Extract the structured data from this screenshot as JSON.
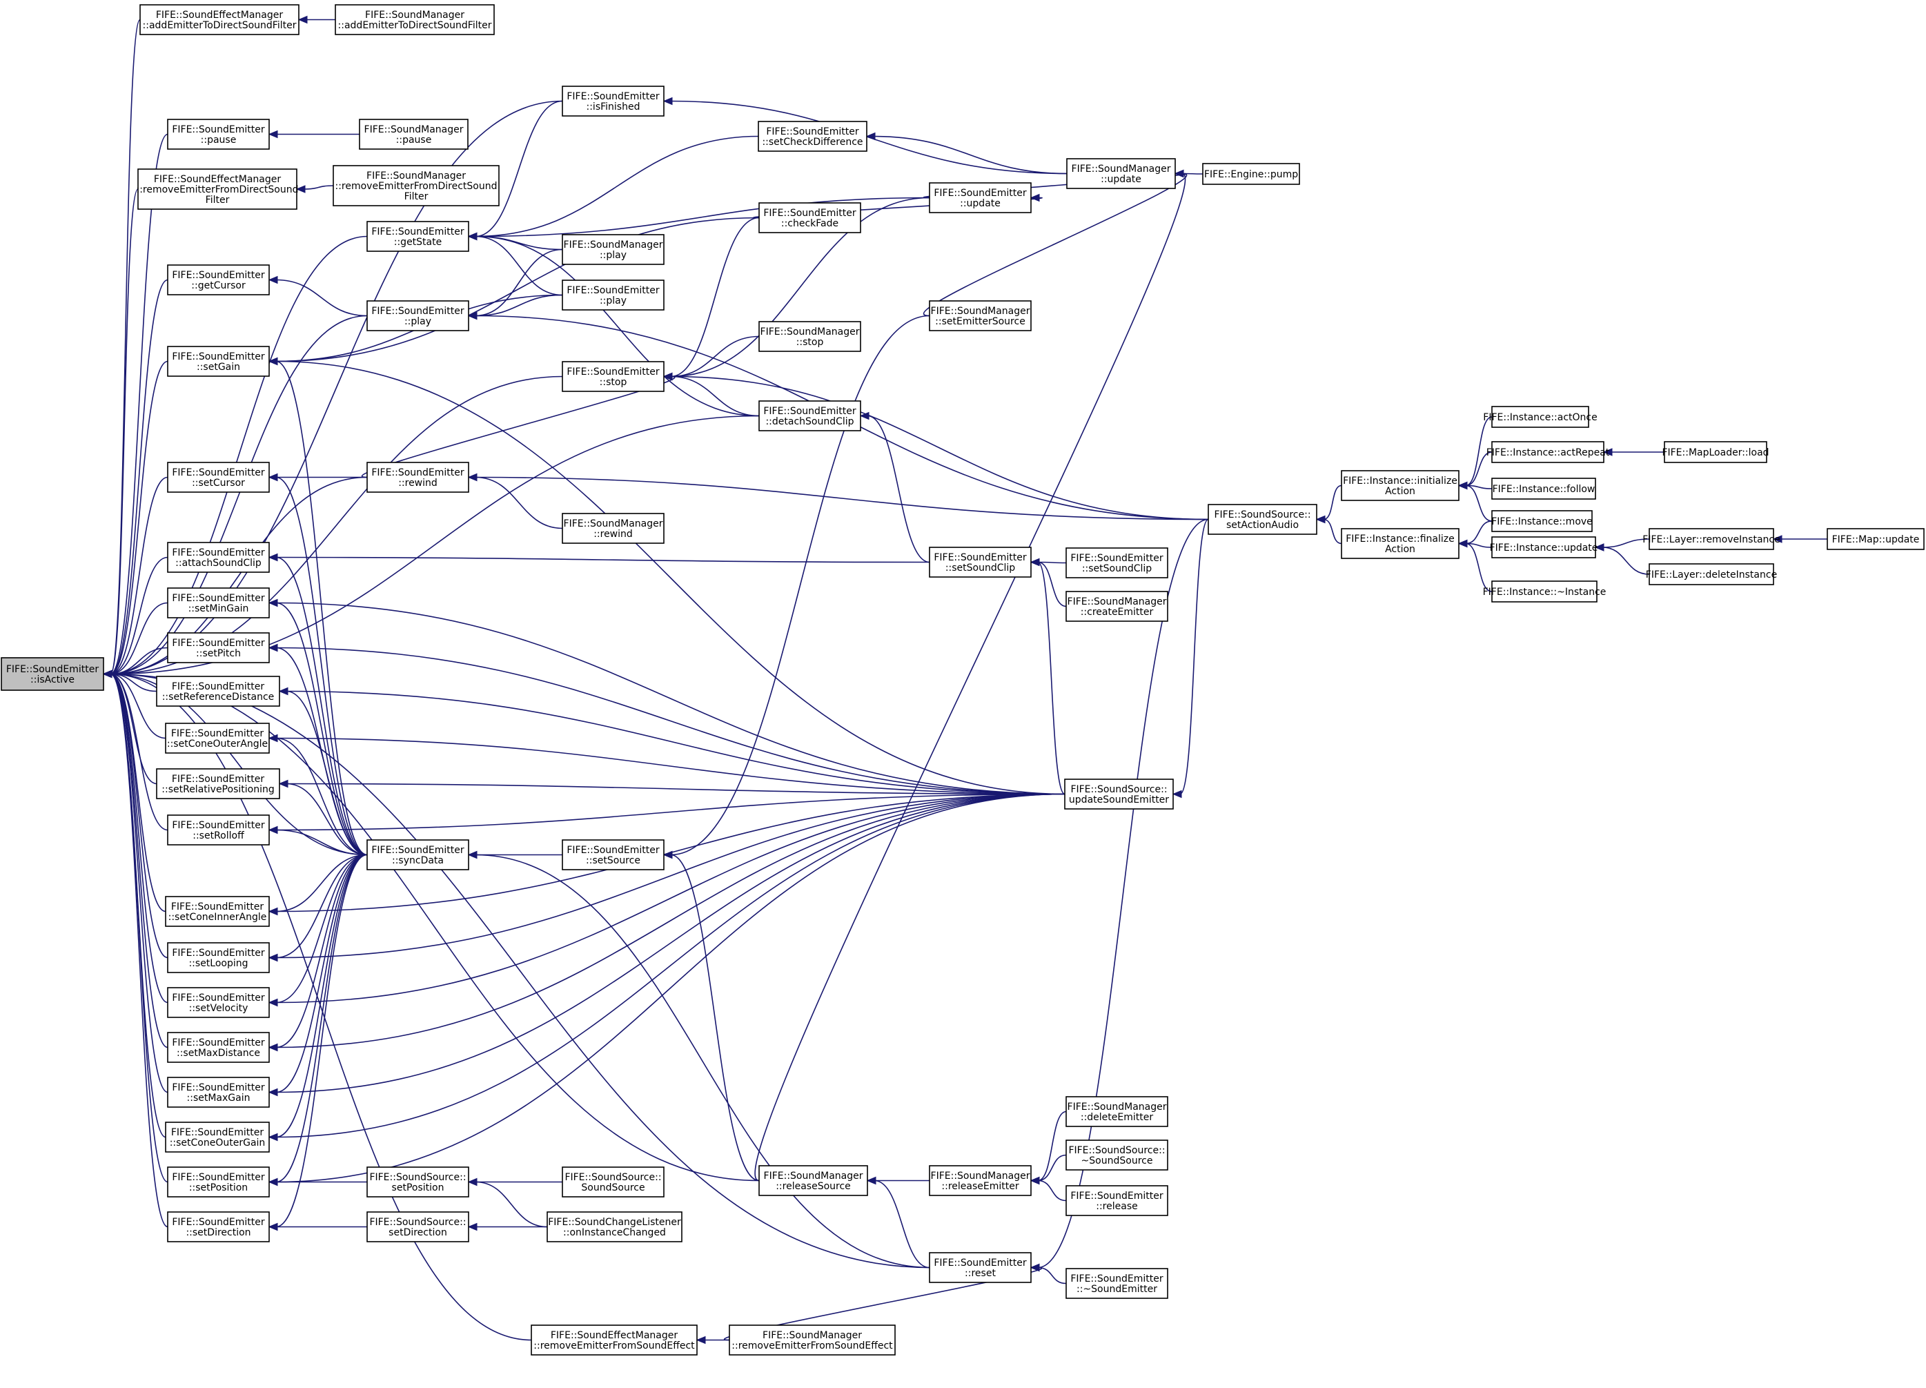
{
  "colors": {
    "edge": "#191970",
    "node_fill": "#ffffff",
    "root_fill": "#bfbfbf",
    "node_border": "#000000"
  },
  "nodes": [
    {
      "id": "isActive",
      "lines": [
        "FIFE::SoundEmitter",
        "::isActive"
      ]
    },
    {
      "id": "sem_addEmitter",
      "lines": [
        "FIFE::SoundEffectManager",
        "::addEmitterToDirectSoundFilter"
      ]
    },
    {
      "id": "sm_addEmitter",
      "lines": [
        "FIFE::SoundManager",
        "::addEmitterToDirectSoundFilter"
      ]
    },
    {
      "id": "se_isFinished",
      "lines": [
        "FIFE::SoundEmitter",
        "::isFinished"
      ]
    },
    {
      "id": "se_pause",
      "lines": [
        "FIFE::SoundEmitter",
        "::pause"
      ]
    },
    {
      "id": "sm_pause",
      "lines": [
        "FIFE::SoundManager",
        "::pause"
      ]
    },
    {
      "id": "se_setCheckDiff",
      "lines": [
        "FIFE::SoundEmitter",
        "::setCheckDifference"
      ]
    },
    {
      "id": "sm_update",
      "lines": [
        "FIFE::SoundManager",
        "::update"
      ]
    },
    {
      "id": "engine_pump",
      "lines": [
        "FIFE::Engine::pump"
      ]
    },
    {
      "id": "sem_removeFilter",
      "lines": [
        "FIFE::SoundEffectManager",
        "::removeEmitterFromDirectSound",
        "Filter"
      ]
    },
    {
      "id": "sm_removeFilter",
      "lines": [
        "FIFE::SoundManager",
        "::removeEmitterFromDirectSound",
        "Filter"
      ]
    },
    {
      "id": "se_update",
      "lines": [
        "FIFE::SoundEmitter",
        "::update"
      ]
    },
    {
      "id": "se_getState",
      "lines": [
        "FIFE::SoundEmitter",
        "::getState"
      ]
    },
    {
      "id": "se_checkFade",
      "lines": [
        "FIFE::SoundEmitter",
        "::checkFade"
      ]
    },
    {
      "id": "sm_play",
      "lines": [
        "FIFE::SoundManager",
        "::play"
      ]
    },
    {
      "id": "se_getCursor",
      "lines": [
        "FIFE::SoundEmitter",
        "::getCursor"
      ]
    },
    {
      "id": "se_play_b",
      "lines": [
        "FIFE::SoundEmitter",
        "::play"
      ]
    },
    {
      "id": "se_play_a",
      "lines": [
        "FIFE::SoundEmitter",
        "::play"
      ]
    },
    {
      "id": "sm_setEmitterSource",
      "lines": [
        "FIFE::SoundManager",
        "::setEmitterSource"
      ]
    },
    {
      "id": "sm_stop",
      "lines": [
        "FIFE::SoundManager",
        "::stop"
      ]
    },
    {
      "id": "se_setGain",
      "lines": [
        "FIFE::SoundEmitter",
        "::setGain"
      ]
    },
    {
      "id": "se_stop",
      "lines": [
        "FIFE::SoundEmitter",
        "::stop"
      ]
    },
    {
      "id": "se_detach",
      "lines": [
        "FIFE::SoundEmitter",
        "::detachSoundClip"
      ]
    },
    {
      "id": "inst_actOnce",
      "lines": [
        "FIFE::Instance::actOnce"
      ]
    },
    {
      "id": "inst_actRepeat",
      "lines": [
        "FIFE::Instance::actRepeat"
      ]
    },
    {
      "id": "maploader_load",
      "lines": [
        "FIFE::MapLoader::load"
      ]
    },
    {
      "id": "inst_init",
      "lines": [
        "FIFE::Instance::initialize",
        "Action"
      ]
    },
    {
      "id": "inst_follow",
      "lines": [
        "FIFE::Instance::follow"
      ]
    },
    {
      "id": "se_setCursor",
      "lines": [
        "FIFE::SoundEmitter",
        "::setCursor"
      ]
    },
    {
      "id": "se_rewind",
      "lines": [
        "FIFE::SoundEmitter",
        "::rewind"
      ]
    },
    {
      "id": "ss_setActionAudio",
      "lines": [
        "FIFE::SoundSource::",
        "setActionAudio"
      ]
    },
    {
      "id": "inst_move",
      "lines": [
        "FIFE::Instance::move"
      ]
    },
    {
      "id": "sm_rewind",
      "lines": [
        "FIFE::SoundManager",
        "::rewind"
      ]
    },
    {
      "id": "inst_finalize",
      "lines": [
        "FIFE::Instance::finalize",
        "Action"
      ]
    },
    {
      "id": "layer_remove",
      "lines": [
        "FIFE::Layer::removeInstance"
      ]
    },
    {
      "id": "map_update",
      "lines": [
        "FIFE::Map::update"
      ]
    },
    {
      "id": "inst_update",
      "lines": [
        "FIFE::Instance::update"
      ]
    },
    {
      "id": "se_attach",
      "lines": [
        "FIFE::SoundEmitter",
        "::attachSoundClip"
      ]
    },
    {
      "id": "se_setSoundClip",
      "lines": [
        "FIFE::SoundEmitter",
        "::setSoundClip"
      ]
    },
    {
      "id": "se_setSoundClip2",
      "lines": [
        "FIFE::SoundEmitter",
        "::setSoundClip"
      ]
    },
    {
      "id": "layer_delete",
      "lines": [
        "FIFE::Layer::deleteInstance"
      ]
    },
    {
      "id": "inst_dtor",
      "lines": [
        "FIFE::Instance::~Instance"
      ]
    },
    {
      "id": "se_setMinGain",
      "lines": [
        "FIFE::SoundEmitter",
        "::setMinGain"
      ]
    },
    {
      "id": "sm_createEmitter",
      "lines": [
        "FIFE::SoundManager",
        "::createEmitter"
      ]
    },
    {
      "id": "se_setPitch",
      "lines": [
        "FIFE::SoundEmitter",
        "::setPitch"
      ]
    },
    {
      "id": "se_setRefDist",
      "lines": [
        "FIFE::SoundEmitter",
        "::setReferenceDistance"
      ]
    },
    {
      "id": "se_setConeOuterAngle",
      "lines": [
        "FIFE::SoundEmitter",
        "::setConeOuterAngle"
      ]
    },
    {
      "id": "se_setRelPos",
      "lines": [
        "FIFE::SoundEmitter",
        "::setRelativePositioning"
      ]
    },
    {
      "id": "ss_updateSoundEmitter",
      "lines": [
        "FIFE::SoundSource::",
        "updateSoundEmitter"
      ]
    },
    {
      "id": "se_setRolloff",
      "lines": [
        "FIFE::SoundEmitter",
        "::setRolloff"
      ]
    },
    {
      "id": "se_syncData",
      "lines": [
        "FIFE::SoundEmitter",
        "::syncData"
      ]
    },
    {
      "id": "se_setSource",
      "lines": [
        "FIFE::SoundEmitter",
        "::setSource"
      ]
    },
    {
      "id": "se_setConeInnerAngle",
      "lines": [
        "FIFE::SoundEmitter",
        "::setConeInnerAngle"
      ]
    },
    {
      "id": "se_setLooping",
      "lines": [
        "FIFE::SoundEmitter",
        "::setLooping"
      ]
    },
    {
      "id": "se_setVelocity",
      "lines": [
        "FIFE::SoundEmitter",
        "::setVelocity"
      ]
    },
    {
      "id": "se_setMaxDistance",
      "lines": [
        "FIFE::SoundEmitter",
        "::setMaxDistance"
      ]
    },
    {
      "id": "se_setMaxGain",
      "lines": [
        "FIFE::SoundEmitter",
        "::setMaxGain"
      ]
    },
    {
      "id": "sm_deleteEmitter",
      "lines": [
        "FIFE::SoundManager",
        "::deleteEmitter"
      ]
    },
    {
      "id": "se_setConeOuterGain",
      "lines": [
        "FIFE::SoundEmitter",
        "::setConeOuterGain"
      ]
    },
    {
      "id": "ss_dtor",
      "lines": [
        "FIFE::SoundSource::",
        "~SoundSource"
      ]
    },
    {
      "id": "se_setPosition",
      "lines": [
        "FIFE::SoundEmitter",
        "::setPosition"
      ]
    },
    {
      "id": "ss_setPosition",
      "lines": [
        "FIFE::SoundSource::",
        "setPosition"
      ]
    },
    {
      "id": "ss_ctor",
      "lines": [
        "FIFE::SoundSource::",
        "SoundSource"
      ]
    },
    {
      "id": "sm_releaseSource",
      "lines": [
        "FIFE::SoundManager",
        "::releaseSource"
      ]
    },
    {
      "id": "sm_releaseEmitter",
      "lines": [
        "FIFE::SoundManager",
        "::releaseEmitter"
      ]
    },
    {
      "id": "se_release",
      "lines": [
        "FIFE::SoundEmitter",
        "::release"
      ]
    },
    {
      "id": "se_setDirection",
      "lines": [
        "FIFE::SoundEmitter",
        "::setDirection"
      ]
    },
    {
      "id": "ss_setDirection",
      "lines": [
        "FIFE::SoundSource::",
        "setDirection"
      ]
    },
    {
      "id": "scl_onInstanceChanged",
      "lines": [
        "FIFE::SoundChangeListener",
        "::onInstanceChanged"
      ]
    },
    {
      "id": "se_reset",
      "lines": [
        "FIFE::SoundEmitter",
        "::reset"
      ]
    },
    {
      "id": "se_dtor",
      "lines": [
        "FIFE::SoundEmitter",
        "::~SoundEmitter"
      ]
    },
    {
      "id": "sem_removeEffect",
      "lines": [
        "FIFE::SoundEffectManager",
        "::removeEmitterFromSoundEffect"
      ]
    },
    {
      "id": "sm_removeEffect",
      "lines": [
        "FIFE::SoundManager",
        "::removeEmitterFromSoundEffect"
      ]
    }
  ],
  "edges": [
    [
      "sem_addEmitter",
      "isActive"
    ],
    [
      "sm_addEmitter",
      "sem_addEmitter"
    ],
    [
      "se_isFinished",
      "isActive"
    ],
    [
      "sm_update",
      "se_isFinished"
    ],
    [
      "se_pause",
      "isActive"
    ],
    [
      "sm_pause",
      "se_pause"
    ],
    [
      "sem_removeFilter",
      "isActive"
    ],
    [
      "sm_removeFilter",
      "sem_removeFilter"
    ],
    [
      "se_getState",
      "isActive"
    ],
    [
      "se_isFinished",
      "se_getState"
    ],
    [
      "se_setCheckDiff",
      "se_getState"
    ],
    [
      "se_update",
      "se_getState"
    ],
    [
      "sm_play",
      "se_getState"
    ],
    [
      "se_play_a",
      "se_getState"
    ],
    [
      "se_detach",
      "se_getState"
    ],
    [
      "sm_update",
      "se_setCheckDiff"
    ],
    [
      "se_update",
      "sm_update"
    ],
    [
      "engine_pump",
      "sm_update"
    ],
    [
      "sm_setEmitterSource",
      "sm_update"
    ],
    [
      "sm_releaseSource",
      "sm_update"
    ],
    [
      "se_checkFade",
      "se_update"
    ],
    [
      "se_getCursor",
      "isActive"
    ],
    [
      "se_play_b",
      "se_getCursor"
    ],
    [
      "se_play_b",
      "isActive"
    ],
    [
      "sm_play",
      "se_play_b"
    ],
    [
      "se_play_a",
      "se_play_b"
    ],
    [
      "ss_setActionAudio",
      "se_play_b"
    ],
    [
      "se_setGain",
      "isActive"
    ],
    [
      "se_checkFade",
      "se_setGain"
    ],
    [
      "se_play_a",
      "se_setGain"
    ],
    [
      "ss_updateSoundEmitter",
      "se_setGain"
    ],
    [
      "se_syncData",
      "se_setGain"
    ],
    [
      "se_stop",
      "isActive"
    ],
    [
      "se_checkFade",
      "se_stop"
    ],
    [
      "se_update",
      "se_stop"
    ],
    [
      "sm_stop",
      "se_stop"
    ],
    [
      "se_detach",
      "se_stop"
    ],
    [
      "ss_setActionAudio",
      "se_stop"
    ],
    [
      "se_rewind",
      "se_stop"
    ],
    [
      "se_setSoundClip",
      "se_detach"
    ],
    [
      "se_detach",
      "isActive"
    ],
    [
      "se_setCursor",
      "isActive"
    ],
    [
      "se_rewind",
      "se_setCursor"
    ],
    [
      "se_syncData",
      "se_setCursor"
    ],
    [
      "se_rewind",
      "isActive"
    ],
    [
      "sm_rewind",
      "se_rewind"
    ],
    [
      "ss_setActionAudio",
      "se_rewind"
    ],
    [
      "inst_init",
      "ss_setActionAudio"
    ],
    [
      "inst_finalize",
      "ss_setActionAudio"
    ],
    [
      "inst_actOnce",
      "inst_init"
    ],
    [
      "inst_actRepeat",
      "inst_init"
    ],
    [
      "inst_follow",
      "inst_init"
    ],
    [
      "inst_move",
      "inst_init"
    ],
    [
      "maploader_load",
      "inst_actRepeat"
    ],
    [
      "inst_move",
      "inst_finalize"
    ],
    [
      "inst_update",
      "inst_finalize"
    ],
    [
      "inst_dtor",
      "inst_finalize"
    ],
    [
      "layer_remove",
      "inst_update"
    ],
    [
      "layer_delete",
      "inst_update"
    ],
    [
      "map_update",
      "layer_remove"
    ],
    [
      "se_attach",
      "isActive"
    ],
    [
      "se_setSoundClip",
      "se_attach"
    ],
    [
      "se_syncData",
      "se_attach"
    ],
    [
      "se_setSoundClip2",
      "se_setSoundClip"
    ],
    [
      "sm_createEmitter",
      "se_setSoundClip"
    ],
    [
      "ss_updateSoundEmitter",
      "se_setSoundClip"
    ],
    [
      "ss_setActionAudio",
      "ss_updateSoundEmitter"
    ],
    [
      "se_setMinGain",
      "isActive"
    ],
    [
      "se_syncData",
      "se_setMinGain"
    ],
    [
      "ss_updateSoundEmitter",
      "se_setMinGain"
    ],
    [
      "se_setPitch",
      "isActive"
    ],
    [
      "se_syncData",
      "se_setPitch"
    ],
    [
      "ss_updateSoundEmitter",
      "se_setPitch"
    ],
    [
      "se_setRefDist",
      "isActive"
    ],
    [
      "se_syncData",
      "se_setRefDist"
    ],
    [
      "ss_updateSoundEmitter",
      "se_setRefDist"
    ],
    [
      "se_setConeOuterAngle",
      "isActive"
    ],
    [
      "se_syncData",
      "se_setConeOuterAngle"
    ],
    [
      "ss_updateSoundEmitter",
      "se_setConeOuterAngle"
    ],
    [
      "se_setRelPos",
      "isActive"
    ],
    [
      "se_syncData",
      "se_setRelPos"
    ],
    [
      "ss_updateSoundEmitter",
      "se_setRelPos"
    ],
    [
      "se_setRolloff",
      "isActive"
    ],
    [
      "se_syncData",
      "se_setRolloff"
    ],
    [
      "ss_updateSoundEmitter",
      "se_setRolloff"
    ],
    [
      "se_syncData",
      "isActive"
    ],
    [
      "se_setSource",
      "se_syncData"
    ],
    [
      "se_reset",
      "se_syncData"
    ],
    [
      "sm_setEmitterSource",
      "se_setSource"
    ],
    [
      "sm_releaseSource",
      "se_setSource"
    ],
    [
      "se_setConeInnerAngle",
      "isActive"
    ],
    [
      "se_syncData",
      "se_setConeInnerAngle"
    ],
    [
      "ss_updateSoundEmitter",
      "se_setConeInnerAngle"
    ],
    [
      "se_setLooping",
      "isActive"
    ],
    [
      "se_syncData",
      "se_setLooping"
    ],
    [
      "ss_updateSoundEmitter",
      "se_setLooping"
    ],
    [
      "se_setVelocity",
      "isActive"
    ],
    [
      "se_syncData",
      "se_setVelocity"
    ],
    [
      "ss_updateSoundEmitter",
      "se_setVelocity"
    ],
    [
      "se_setMaxDistance",
      "isActive"
    ],
    [
      "se_syncData",
      "se_setMaxDistance"
    ],
    [
      "ss_updateSoundEmitter",
      "se_setMaxDistance"
    ],
    [
      "se_setMaxGain",
      "isActive"
    ],
    [
      "se_syncData",
      "se_setMaxGain"
    ],
    [
      "ss_updateSoundEmitter",
      "se_setMaxGain"
    ],
    [
      "se_setConeOuterGain",
      "isActive"
    ],
    [
      "se_syncData",
      "se_setConeOuterGain"
    ],
    [
      "ss_updateSoundEmitter",
      "se_setConeOuterGain"
    ],
    [
      "se_setPosition",
      "isActive"
    ],
    [
      "se_syncData",
      "se_setPosition"
    ],
    [
      "ss_updateSoundEmitter",
      "se_setPosition"
    ],
    [
      "ss_setPosition",
      "se_setPosition"
    ],
    [
      "ss_ctor",
      "ss_setPosition"
    ],
    [
      "scl_onInstanceChanged",
      "ss_setPosition"
    ],
    [
      "se_setDirection",
      "isActive"
    ],
    [
      "se_syncData",
      "se_setDirection"
    ],
    [
      "ss_setDirection",
      "se_setDirection"
    ],
    [
      "scl_onInstanceChanged",
      "ss_setDirection"
    ],
    [
      "sm_releaseSource",
      "isActive"
    ],
    [
      "sm_releaseEmitter",
      "sm_releaseSource"
    ],
    [
      "se_reset",
      "sm_releaseSource"
    ],
    [
      "sm_deleteEmitter",
      "sm_releaseEmitter"
    ],
    [
      "ss_dtor",
      "sm_releaseEmitter"
    ],
    [
      "se_release",
      "sm_releaseEmitter"
    ],
    [
      "se_reset",
      "isActive"
    ],
    [
      "se_dtor",
      "se_reset"
    ],
    [
      "ss_setActionAudio",
      "se_reset"
    ],
    [
      "sm_removeEffect",
      "se_reset"
    ],
    [
      "sem_removeEffect",
      "isActive"
    ],
    [
      "sm_removeEffect",
      "sem_removeEffect"
    ]
  ]
}
